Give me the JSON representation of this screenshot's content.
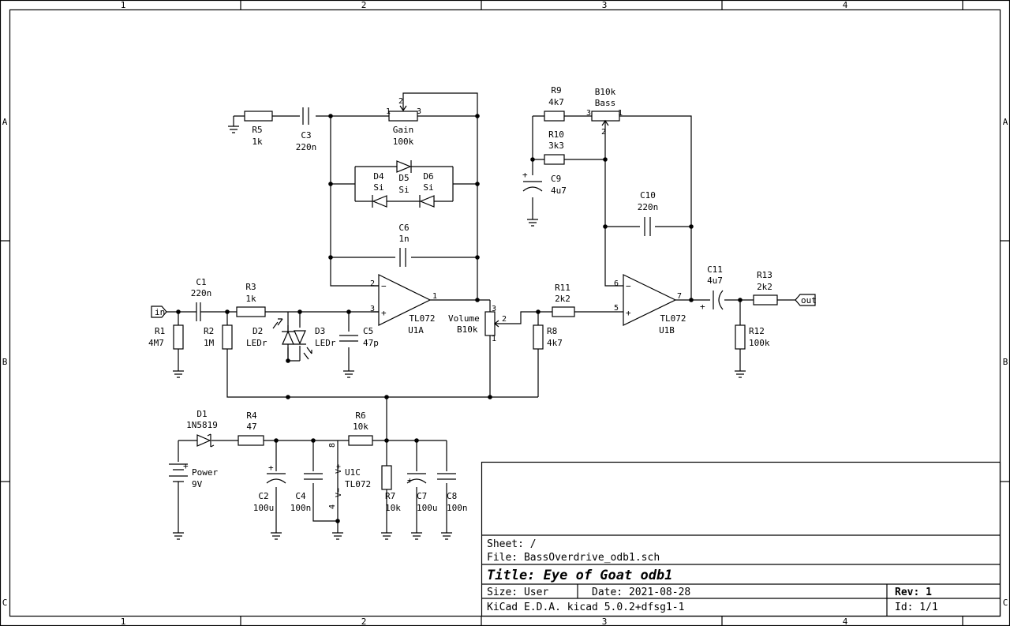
{
  "frame": {
    "col_labels": [
      "1",
      "2",
      "3",
      "4"
    ],
    "row_labels": [
      "A",
      "B",
      "C"
    ]
  },
  "title_block": {
    "sheet": "Sheet: /",
    "file": "File: BassOverdrive_odb1.sch",
    "title": "Title: Eye of Goat odb1",
    "size": "Size: User",
    "date": "Date: 2021-08-28",
    "rev": "Rev: 1",
    "tool": "KiCad E.D.A.  kicad 5.0.2+dfsg1-1",
    "id": "Id: 1/1"
  },
  "ports": {
    "input": "in",
    "output": "out"
  },
  "components": {
    "R1": {
      "ref": "R1",
      "value": "4M7"
    },
    "R2": {
      "ref": "R2",
      "value": "1M"
    },
    "R3": {
      "ref": "R3",
      "value": "1k"
    },
    "R4": {
      "ref": "R4",
      "value": "47"
    },
    "R5": {
      "ref": "R5",
      "value": "1k"
    },
    "R6": {
      "ref": "R6",
      "value": "10k"
    },
    "R7": {
      "ref": "R7",
      "value": "10k"
    },
    "R8": {
      "ref": "R8",
      "value": "4k7"
    },
    "R9": {
      "ref": "R9",
      "value": "4k7"
    },
    "R10": {
      "ref": "R10",
      "value": "3k3"
    },
    "R11": {
      "ref": "R11",
      "value": "2k2"
    },
    "R12": {
      "ref": "R12",
      "value": "100k"
    },
    "R13": {
      "ref": "R13",
      "value": "2k2"
    },
    "C1": {
      "ref": "C1",
      "value": "220n"
    },
    "C2": {
      "ref": "C2",
      "value": "100u"
    },
    "C3": {
      "ref": "C3",
      "value": "220n"
    },
    "C4": {
      "ref": "C4",
      "value": "100n"
    },
    "C5": {
      "ref": "C5",
      "value": "47p"
    },
    "C6": {
      "ref": "C6",
      "value": "1n"
    },
    "C7": {
      "ref": "C7",
      "value": "100u"
    },
    "C8": {
      "ref": "C8",
      "value": "100n"
    },
    "C9": {
      "ref": "C9",
      "value": "4u7"
    },
    "C10": {
      "ref": "C10",
      "value": "220n"
    },
    "C11": {
      "ref": "C11",
      "value": "4u7"
    },
    "D1": {
      "ref": "D1",
      "value": "1N5819"
    },
    "D2": {
      "ref": "D2",
      "value": "LEDr"
    },
    "D3": {
      "ref": "D3",
      "value": "LEDr"
    },
    "D4": {
      "ref": "D4",
      "value": "Si"
    },
    "D5": {
      "ref": "D5",
      "value": "Si"
    },
    "D6": {
      "ref": "D6",
      "value": "Si"
    },
    "Gain": {
      "ref": "Gain",
      "value": "100k"
    },
    "Volume": {
      "ref": "Volume",
      "value": "B10k"
    },
    "Bass": {
      "ref": "Bass",
      "value": "B10k"
    },
    "U1A": {
      "ref": "U1A",
      "value": "TL072"
    },
    "U1B": {
      "ref": "U1B",
      "value": "TL072"
    },
    "U1C": {
      "ref": "U1C",
      "value": "TL072"
    },
    "Power": {
      "ref": "Power",
      "value": "9V"
    }
  },
  "pins": {
    "one": "1",
    "two": "2",
    "three": "3",
    "four": "4",
    "five": "5",
    "six": "6",
    "seven": "7",
    "eight": "8",
    "plus": "+",
    "minus": "−",
    "vplus": "V+",
    "vminus": "V−"
  }
}
